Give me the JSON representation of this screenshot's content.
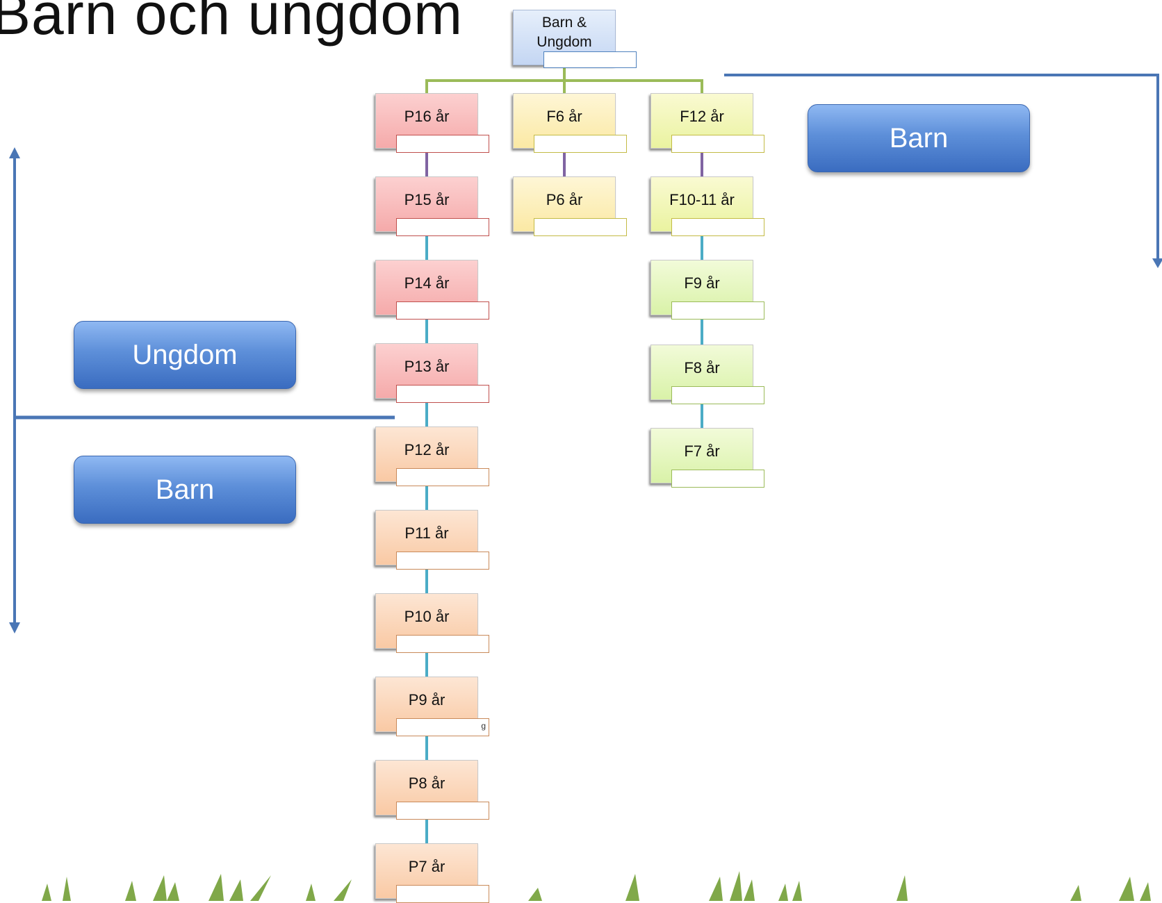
{
  "title": "Barn och ungdom",
  "root": {
    "label": "Barn & Ungdom"
  },
  "columns": {
    "p": [
      "P16 år",
      "P15 år",
      "P14 år",
      "P13 år",
      "P12 år",
      "P11 år",
      "P10 år",
      "P9 år",
      "P8 år",
      "P7 år"
    ],
    "f6": [
      "F6 år",
      "P6 år"
    ],
    "f12": [
      "F12 år",
      "F10-11 år",
      "F9 år",
      "F8 år",
      "F7 år"
    ]
  },
  "p9_tab_mark": "g",
  "labels": {
    "barn_right": "Barn",
    "ungdom": "Ungdom",
    "barn_left": "Barn"
  },
  "colors": {
    "connector_green": "#9bbb59",
    "connector_purple": "#8064a2",
    "connector_teal": "#4bacc6",
    "divider_blue": "#4a76b5",
    "button_blue": "#4f81bd"
  }
}
